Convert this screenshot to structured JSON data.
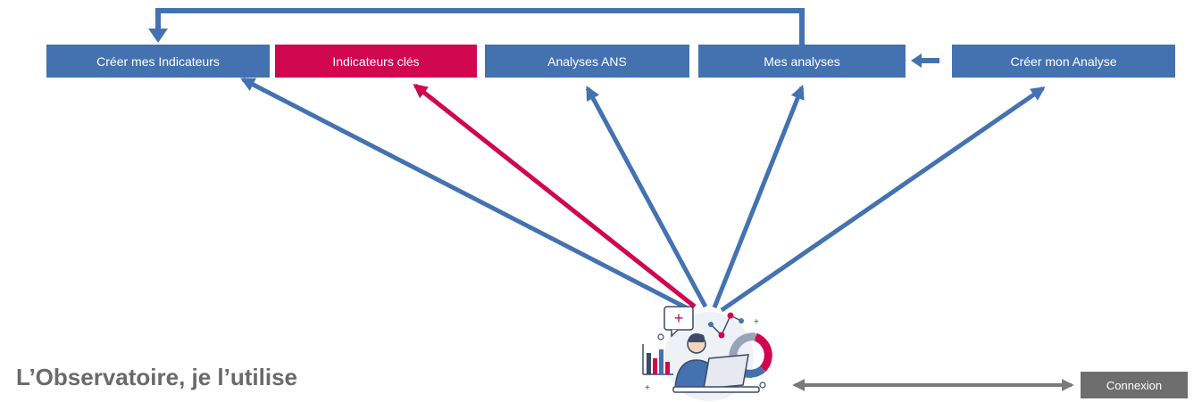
{
  "nav": {
    "create_indicators": "Créer mes Indicateurs",
    "key_indicators": "Indicateurs clés",
    "ans_analyses": "Analyses ANS",
    "my_analyses": "Mes analyses",
    "create_analysis": "Créer mon Analyse"
  },
  "title": "L’Observatoire, je l’utilise",
  "connexion_label": "Connexion",
  "colors": {
    "primary_blue": "#4472b0",
    "accent_red": "#d0064f",
    "gray": "#6e6e6e",
    "title_gray": "#6a6a6a"
  },
  "illustration": {
    "icon": "user-laptop-analytics-icon",
    "plus_symbol": "+"
  }
}
